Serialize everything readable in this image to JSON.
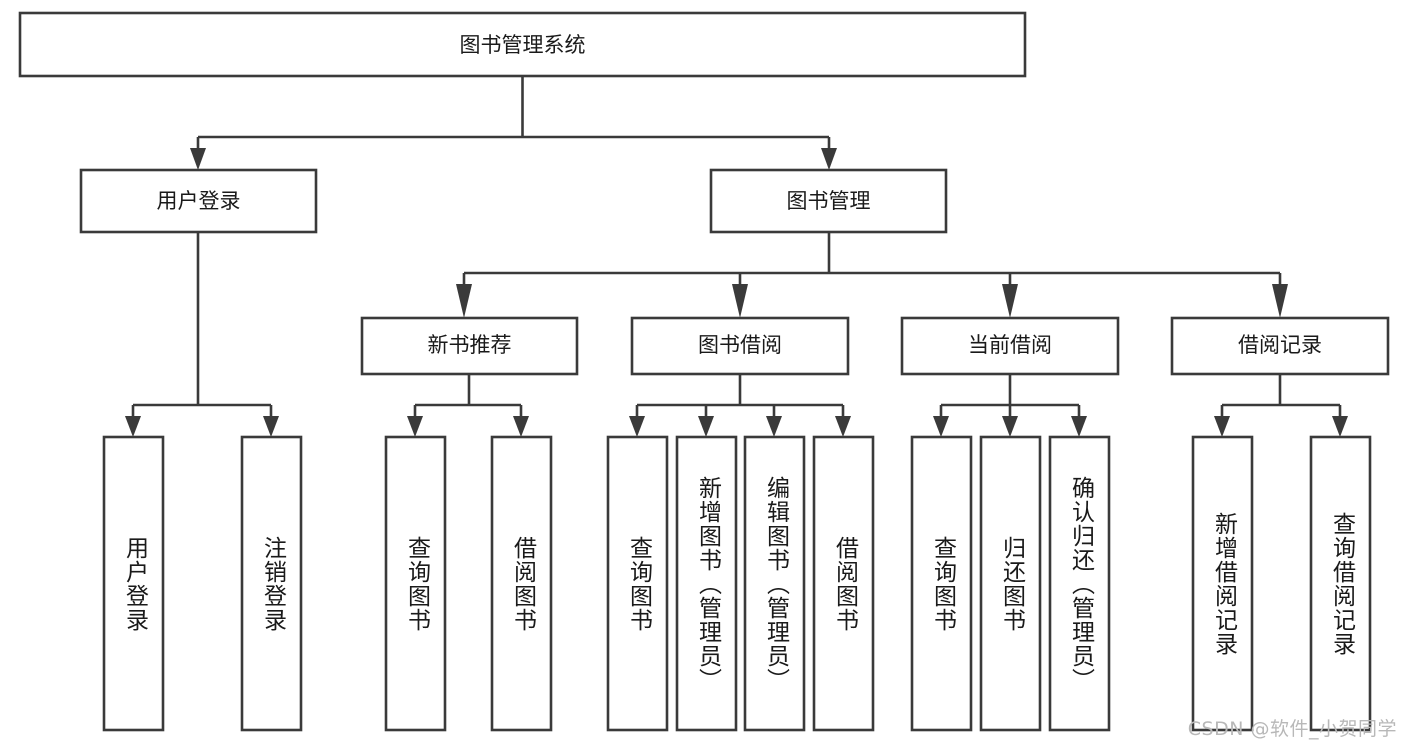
{
  "diagram": {
    "type": "tree",
    "title": "图书管理系统",
    "orientation": "top-down",
    "colors": {
      "box_stroke": "#3a3a3a",
      "box_fill": "#ffffff",
      "connector": "#3a3a3a",
      "text": "#1a1a1a",
      "watermark": "#b8b8b8",
      "background": "#ffffff"
    },
    "root": {
      "label": "图书管理系统"
    },
    "level2": [
      {
        "label": "用户登录"
      },
      {
        "label": "图书管理"
      }
    ],
    "level3": [
      {
        "label": "新书推荐"
      },
      {
        "label": "图书借阅"
      },
      {
        "label": "当前借阅"
      },
      {
        "label": "借阅记录"
      }
    ],
    "leaves": {
      "user_login": [
        {
          "label": "用户登录"
        },
        {
          "label": "注销登录"
        }
      ],
      "new_book": [
        {
          "label": "查询图书"
        },
        {
          "label": "借阅图书"
        }
      ],
      "book_borrow": [
        {
          "label": "查询图书"
        },
        {
          "label": "新增图书（管理员）"
        },
        {
          "label": "编辑图书（管理员）"
        },
        {
          "label": "借阅图书"
        }
      ],
      "current_borrow": [
        {
          "label": "查询图书"
        },
        {
          "label": "归还图书"
        },
        {
          "label": "确认归还（管理员）"
        }
      ],
      "borrow_record": [
        {
          "label": "新增借阅记录"
        },
        {
          "label": "查询借阅记录"
        }
      ]
    }
  },
  "watermark": {
    "text": "CSDN @软件_小贺同学"
  }
}
